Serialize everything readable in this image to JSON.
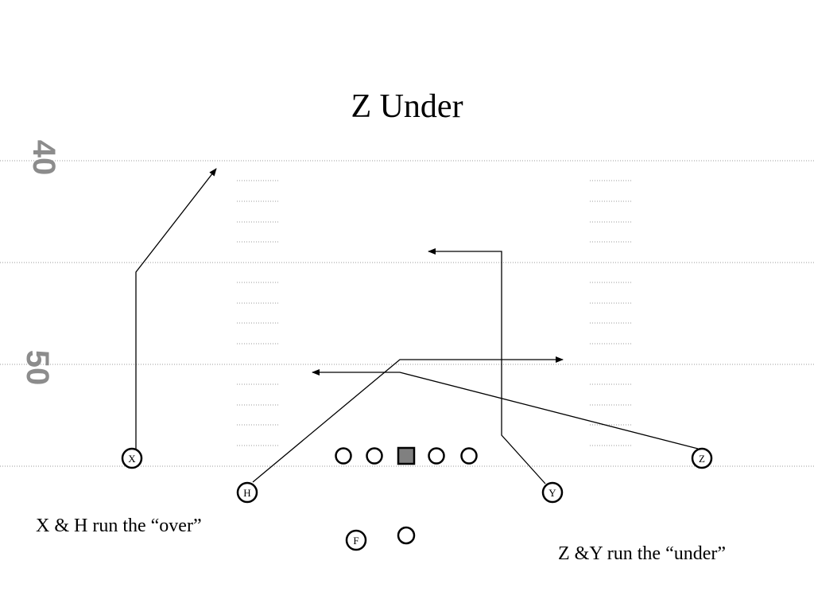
{
  "title": "Z Under",
  "field": {
    "yard_numbers": [
      "40",
      "50"
    ],
    "colors": {
      "yard_line": "#9a9a9a",
      "hash": "#9a9a9a",
      "number": "#8c8c8c",
      "center": "#808080",
      "route": "#000000"
    }
  },
  "players": {
    "x": "X",
    "h": "H",
    "z": "Z",
    "y": "Y",
    "f": "F"
  },
  "notes": {
    "over": "X & H run the “over”",
    "under": "Z &Y run the “under”"
  }
}
